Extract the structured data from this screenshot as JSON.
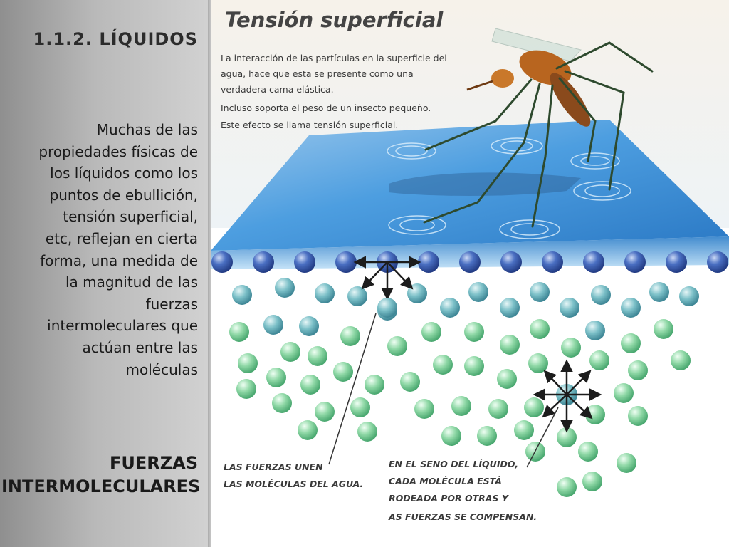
{
  "sidebar": {
    "heading": "1.1.2. LÍQUIDOS",
    "body": "Muchas de las\npropiedades  físicas de\nlos líquidos como los\npuntos de ebullición,\ntensión superficial,\netc,  reflejan en cierta\nforma, una medida de\nla magnitud de las\nfuerzas\nintermoleculares que\nactúan entre las\nmoléculas",
    "footer_title": "FUERZAS\nINTERMOLECULARES"
  },
  "illustration": {
    "title": "Tensión superficial",
    "caption_lines": [
      "La interacción de las partículas en la superficie del",
      "agua, hace que esta se presente como una",
      "verdadera cama elástica.",
      "Incluso soporta el peso de un insecto pequeño.",
      "Este efecto se llama tensión superficial."
    ],
    "label_left": [
      "LAS FUERZAS UNEN",
      "LAS MOLÉCULAS DEL AGUA."
    ],
    "label_right": [
      "EN EL SENO DEL LÍQUIDO,",
      "CADA MOLÉCULA ESTÁ",
      "RODEADA POR OTRAS Y",
      "AS FUERZAS SE COMPENSAN."
    ],
    "colors": {
      "water_surface": "#3f8fd6",
      "surface_molecule": "#3e63b8",
      "inner_molecule": "#7ccf9a",
      "mosquito_body": "#b8651f"
    }
  }
}
